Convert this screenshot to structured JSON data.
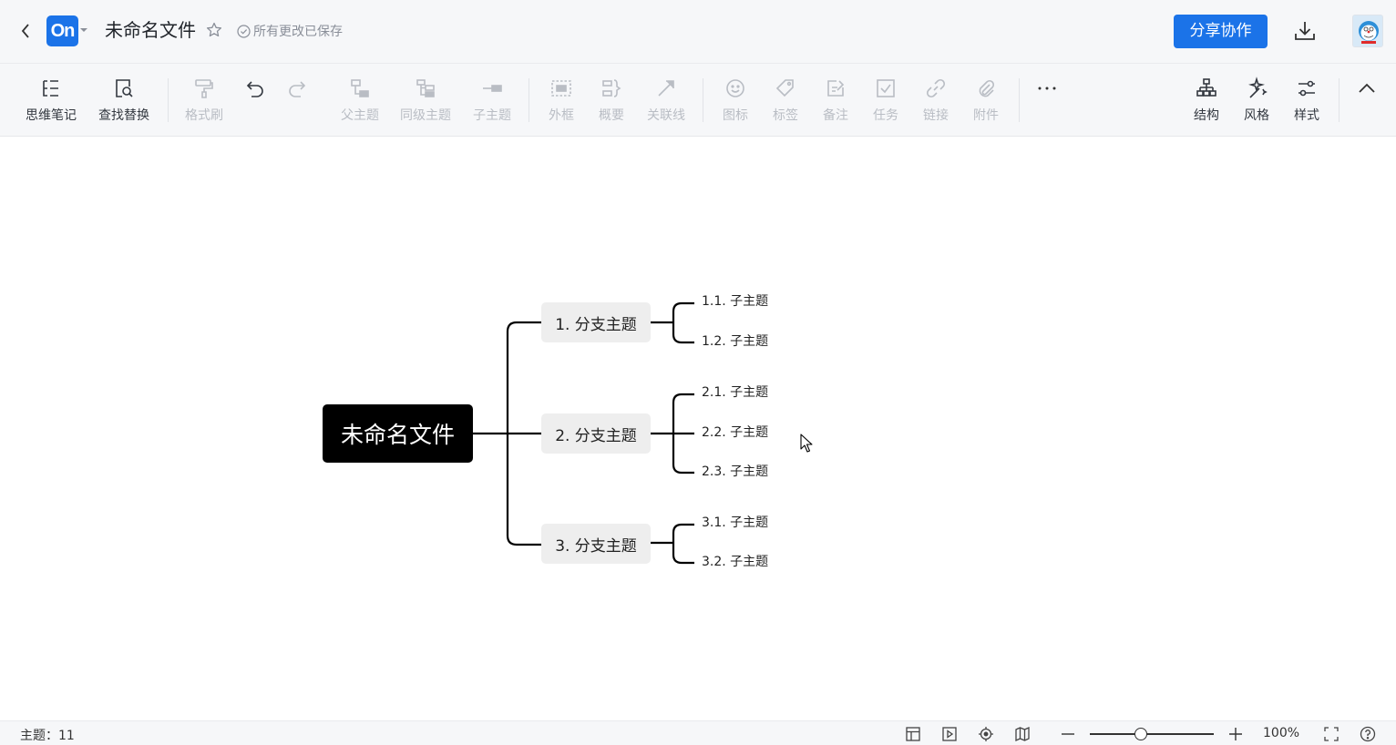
{
  "header": {
    "logo_text": "On",
    "doc_title": "未命名文件",
    "save_status": "所有更改已保存",
    "share_label": "分享协作"
  },
  "toolbar": {
    "mind_notes": "思维笔记",
    "find_replace": "查找替换",
    "format_brush": "格式刷",
    "parent_topic": "父主题",
    "sibling_topic": "同级主题",
    "child_topic": "子主题",
    "frame": "外框",
    "summary": "概要",
    "relation_line": "关联线",
    "icon": "图标",
    "tag": "标签",
    "note": "备注",
    "task": "任务",
    "link": "链接",
    "attachment": "附件",
    "structure": "结构",
    "theme": "风格",
    "style": "样式"
  },
  "mindmap": {
    "root": "未命名文件",
    "branches": [
      {
        "label": "1. 分支主题",
        "children": [
          "1.1. 子主题",
          "1.2. 子主题"
        ]
      },
      {
        "label": "2. 分支主题",
        "children": [
          "2.1. 子主题",
          "2.2. 子主题",
          "2.3. 子主题"
        ]
      },
      {
        "label": "3. 分支主题",
        "children": [
          "3.1. 子主题",
          "3.2. 子主题"
        ]
      }
    ]
  },
  "statusbar": {
    "topic_count": "主题：11",
    "zoom_level": "100%",
    "zoom_fraction": 0.4
  },
  "colors": {
    "accent": "#1b73e8",
    "root_bg": "#000000",
    "branch_bg": "#eeeeee"
  }
}
